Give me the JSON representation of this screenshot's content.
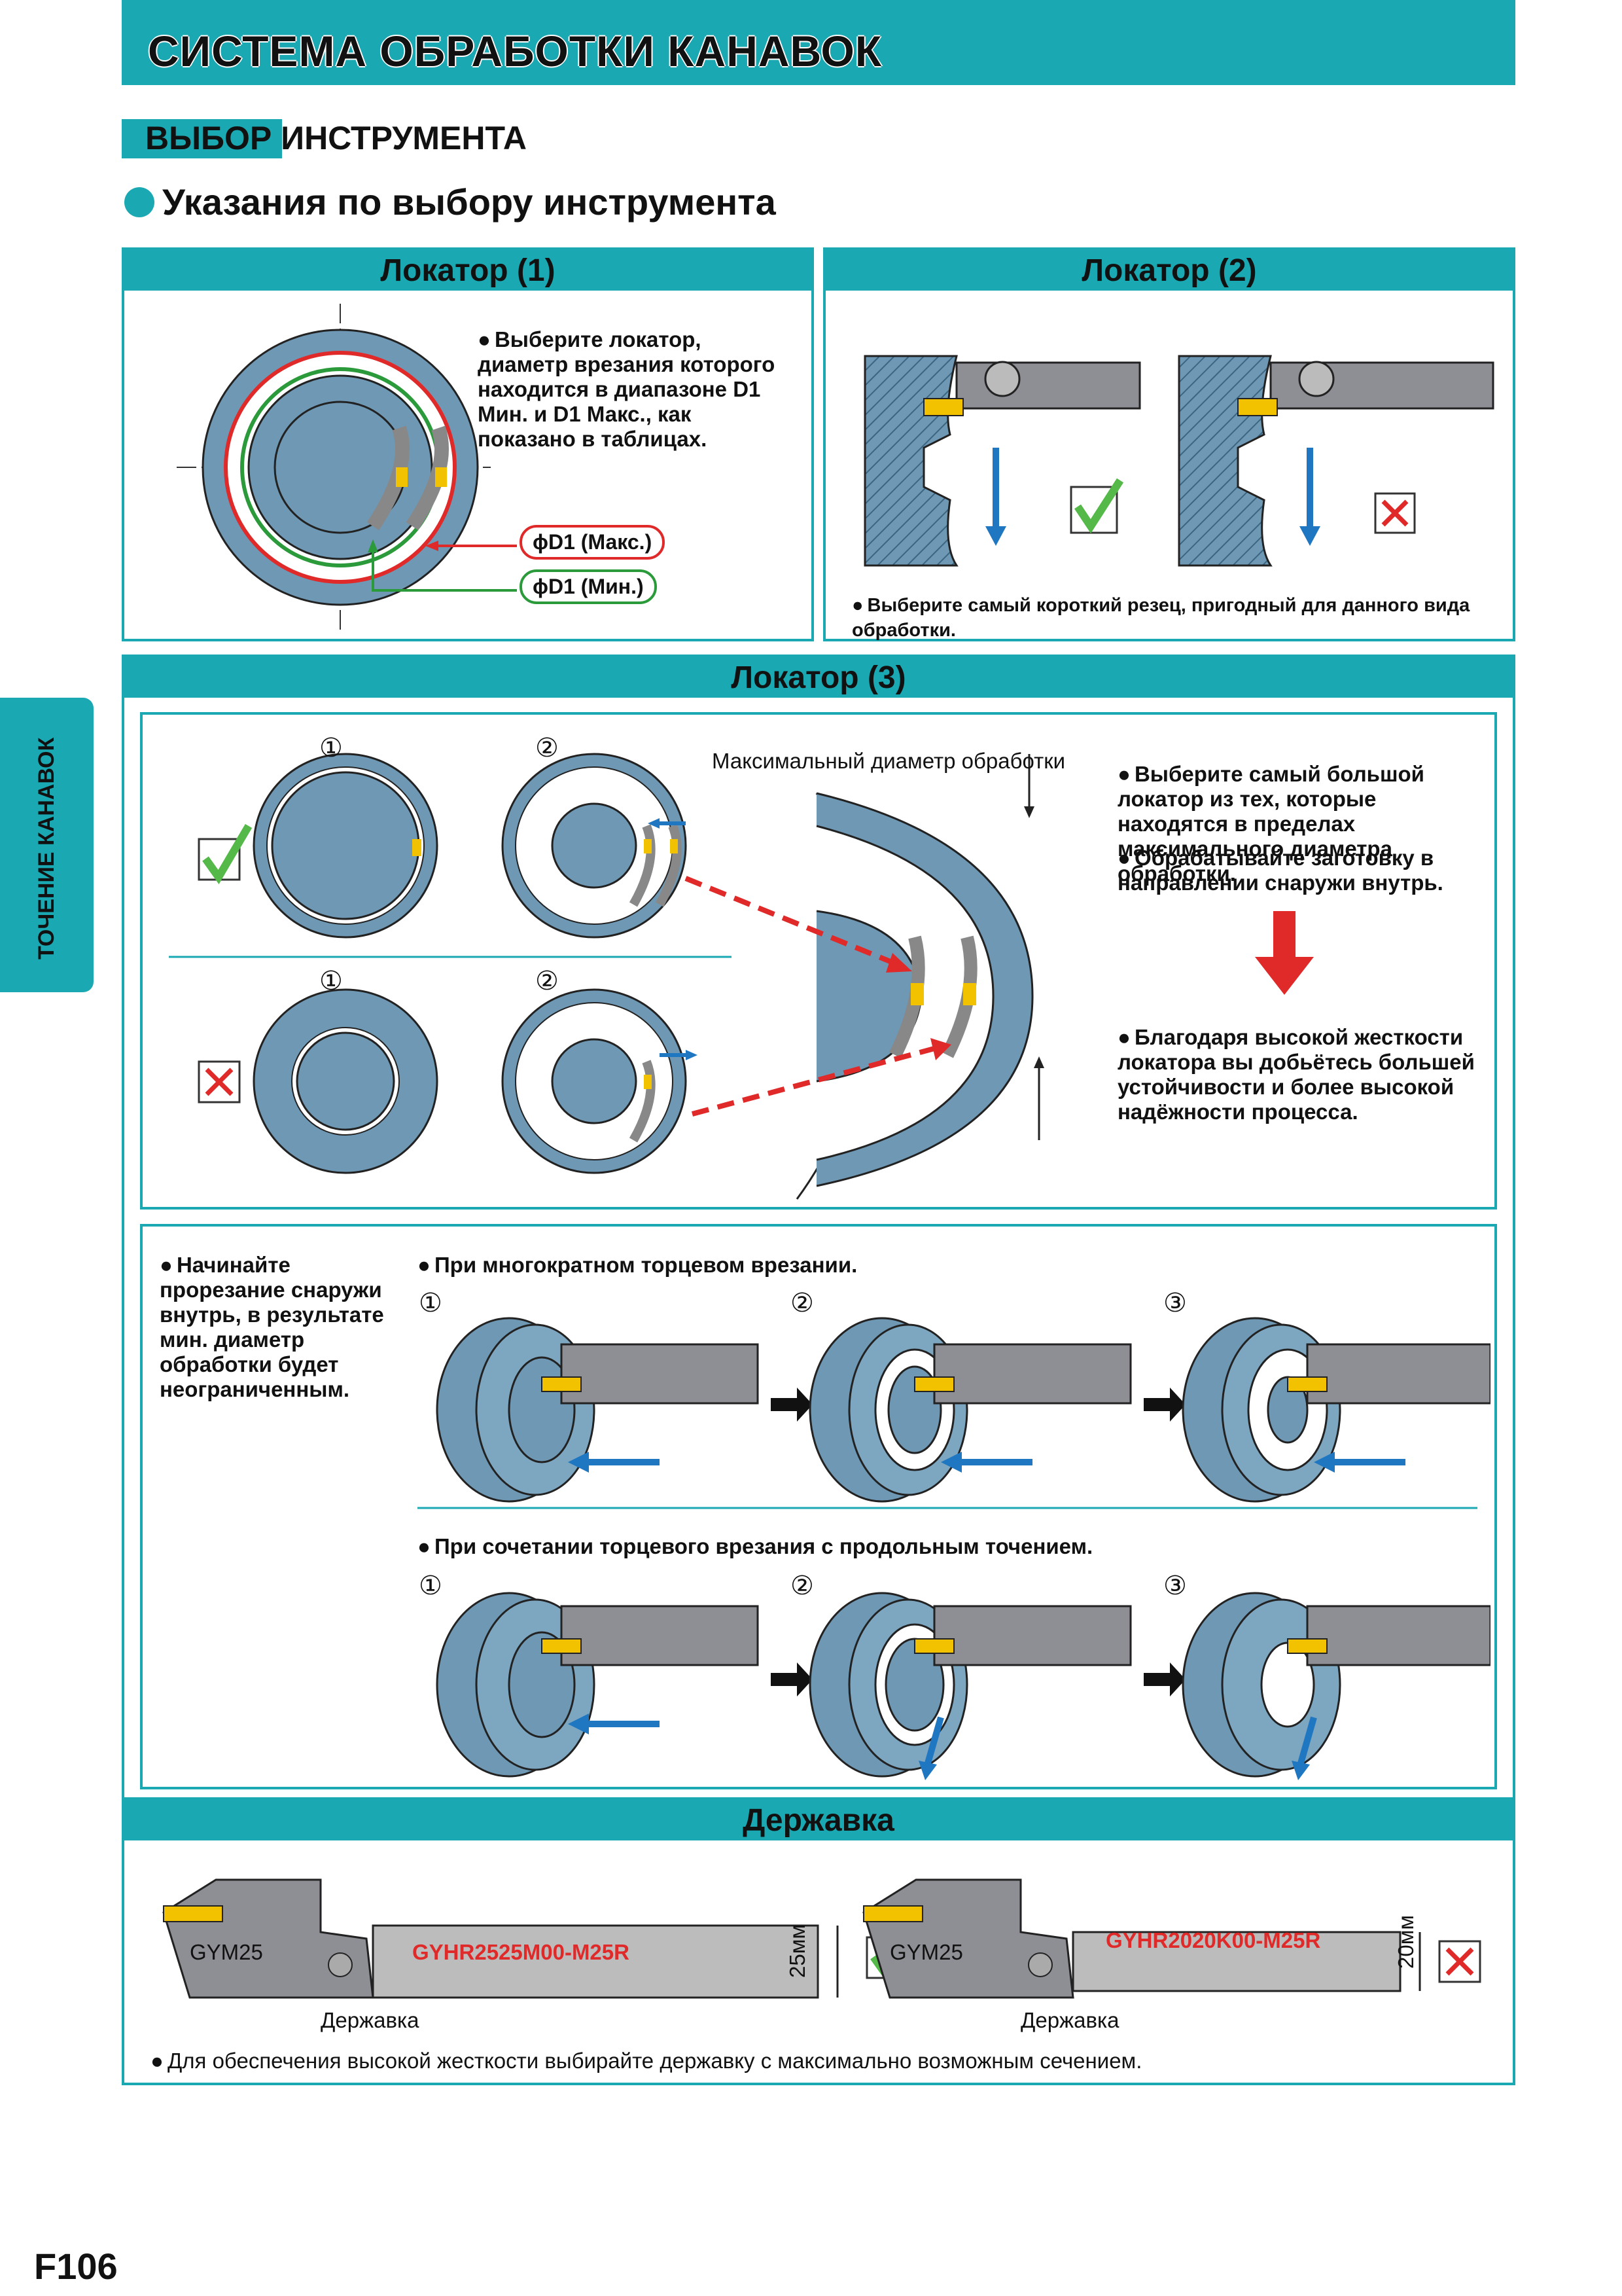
{
  "header": {
    "title": "СИСТЕМА ОБРАБОТКИ КАНАВОК",
    "subtitle": "ВЫБОР ИНСТРУМЕНТА",
    "section": "Указания по выбору инструмента"
  },
  "side_tab": "ТОЧЕНИЕ КАНАВОК",
  "locator1": {
    "title": "Локатор (1)",
    "text": "Выберите локатор, диаметр врезания которого находится в диапазоне D1 Мин. и D1 Макс., как показано в таблицах.",
    "label_max": "ϕD1 (Макс.)",
    "label_min": "ϕD1 (Мин.)"
  },
  "locator2": {
    "title": "Локатор (2)",
    "text": "Выберите самый короткий резец, пригодный для данного вида обработки."
  },
  "locator3": {
    "title": "Локатор (3)",
    "step1": "①",
    "step2": "②",
    "max_diameter": "Максимальный диаметр обработки",
    "text1": "Выберите самый большой локатор из тех, которые находятся в пределах максимального диаметра обработки.",
    "text2": "Обрабатывайте заготовку в направлении снаружи внутрь.",
    "text3": "Благодаря высокой жесткости локатора вы добьётесь большей устойчивости и более высокой надёжности процесса."
  },
  "face": {
    "note": "Начинайте прорезание снаружи внутрь, в результате мин. диаметр обработки будет неограниченным.",
    "row1": "При многократном торцевом врезании.",
    "row2": "При сочетании торцевого врезания с продольным точением.",
    "steps": [
      "①",
      "②",
      "③"
    ]
  },
  "holder": {
    "title": "Державка",
    "left": {
      "insert": "GYM25",
      "code": "GYHR2525M00-M25R",
      "size": "25мм",
      "label": "Державка"
    },
    "right": {
      "insert": "GYM25",
      "code": "GYHR2020K00-M25R",
      "size": "20мм",
      "label": "Державка"
    },
    "text": "Для обеспечения высокой жесткости выбирайте державку с максимально возможным сечением."
  },
  "footer": {
    "page": "F106"
  },
  "colors": {
    "accent": "#1aa9b3",
    "part": "#6e98b4",
    "red": "#e02a2a",
    "green": "#2a9a3a",
    "blue": "#1f77c2",
    "insert": "#f2c200"
  }
}
